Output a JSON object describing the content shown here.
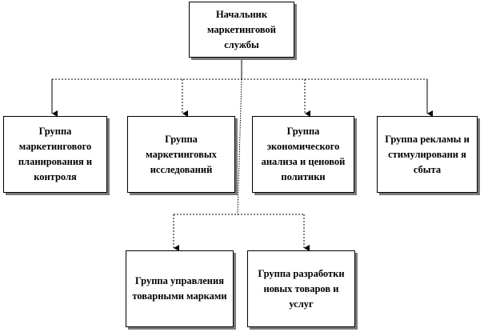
{
  "diagram": {
    "head": "Начальник маркетинговой службы",
    "groups": [
      "Группа маркетингового планирования и контроля",
      "Группа маркетинговых исследований",
      "Группа экономического анализа и ценовой политики",
      "Группа рекламы и стимулировани я сбыта",
      "Группа управления товарными марками",
      "Группа разработки новых товаров и услуг"
    ]
  },
  "colors": {
    "line": "#000000",
    "shadow": "#7a7a7a",
    "box_fill": "#ffffff"
  }
}
